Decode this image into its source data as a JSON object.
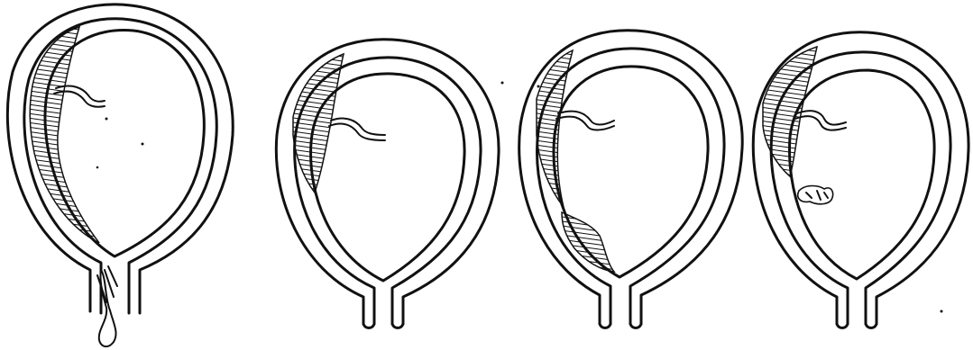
{
  "figure": {
    "background_color": "#ffffff",
    "ink_color": "#111111",
    "panels": [
      {
        "id": "panel-1",
        "icon": "uterus-with-placenta-and-external-bleeding-icon"
      },
      {
        "id": "panel-2",
        "icon": "uterus-with-placenta-icon"
      },
      {
        "id": "panel-3",
        "icon": "uterus-with-placenta-and-lower-hematoma-icon"
      },
      {
        "id": "panel-4",
        "icon": "uterus-with-placenta-and-small-clot-icon"
      }
    ]
  }
}
